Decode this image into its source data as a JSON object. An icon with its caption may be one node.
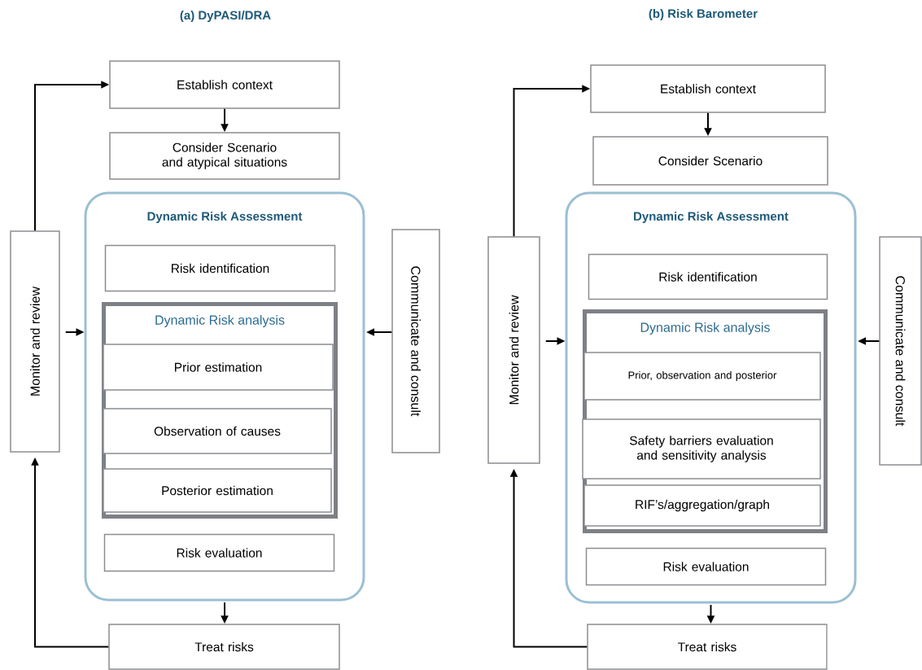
{
  "diagram": {
    "nodes": [
      {
        "text": [
          "Establish context"
        ]
      },
      {
        "text": [
          "Consider Scenario and atypical situations"
        ]
      },
      {
        "text": [
          "Dynamic Risk Assessment"
        ]
      },
      {
        "text": [
          "Risk identification"
        ],
        "in": 2
      },
      {
        "text": [
          "Dynamic Risk analysis"
        ],
        "in": 2
      },
      {
        "text": [
          "Prior estimation"
        ],
        "in": 4
      },
      {
        "text": [
          "Observation of causes"
        ],
        "in": 4
      },
      {
        "text": [
          "Posterior estimation"
        ],
        "in": 4
      },
      {
        "text": [
          "Risk evaluation"
        ],
        "in": 2
      },
      {
        "text": [
          "Monitor and review"
        ]
      },
      {
        "text": [
          "Communicate and consult"
        ]
      },
      {
        "text": [
          "Treat risks"
        ]
      },
      {
        "text": [
          "Establish context"
        ]
      },
      {
        "text": [
          "Consider Scenario"
        ]
      },
      {
        "text": [
          "Dynamic Risk Assessment"
        ]
      },
      {
        "text": [
          "Risk identification"
        ],
        "in": 14
      },
      {
        "text": [
          "Dynamic Risk analysis"
        ],
        "in": 14
      },
      {
        "text": [
          "Prior, observation and posterior"
        ],
        "in": 16
      },
      {
        "text": [
          "Safety barriers evaluation and sensitivity analysis"
        ],
        "in": 16
      },
      {
        "text": [
          "RIF’s/aggregation/graph"
        ],
        "in": 16
      },
      {
        "text": [
          "Risk evaluation"
        ],
        "in": 14
      },
      {
        "text": [
          "Monitor and review"
        ]
      },
      {
        "text": [
          "Communicate and consult"
        ]
      },
      {
        "text": [
          "Treat risks"
        ]
      }
    ],
    "edges": [
      {
        "from": 9,
        "to": 0,
        "arrow": "to"
      },
      {
        "from": 0,
        "to": 1,
        "arrow": "to"
      },
      {
        "from": 9,
        "to": 2,
        "arrow": "to"
      },
      {
        "from": 10,
        "to": 2,
        "arrow": "to"
      },
      {
        "from": 2,
        "to": 11,
        "arrow": "to"
      },
      {
        "from": 11,
        "to": 9,
        "arrow": "to"
      },
      {
        "from": 21,
        "to": 12,
        "arrow": "to"
      },
      {
        "from": 12,
        "to": 13,
        "arrow": "to"
      },
      {
        "from": 21,
        "to": 14,
        "arrow": "to"
      },
      {
        "from": 22,
        "to": 14,
        "arrow": "to"
      },
      {
        "from": 14,
        "to": 23,
        "arrow": "to"
      },
      {
        "from": 23,
        "to": 21,
        "arrow": "to"
      }
    ],
    "labels": [
      "(a) DyPASI/DRA",
      "(b) Risk Barometer"
    ]
  }
}
